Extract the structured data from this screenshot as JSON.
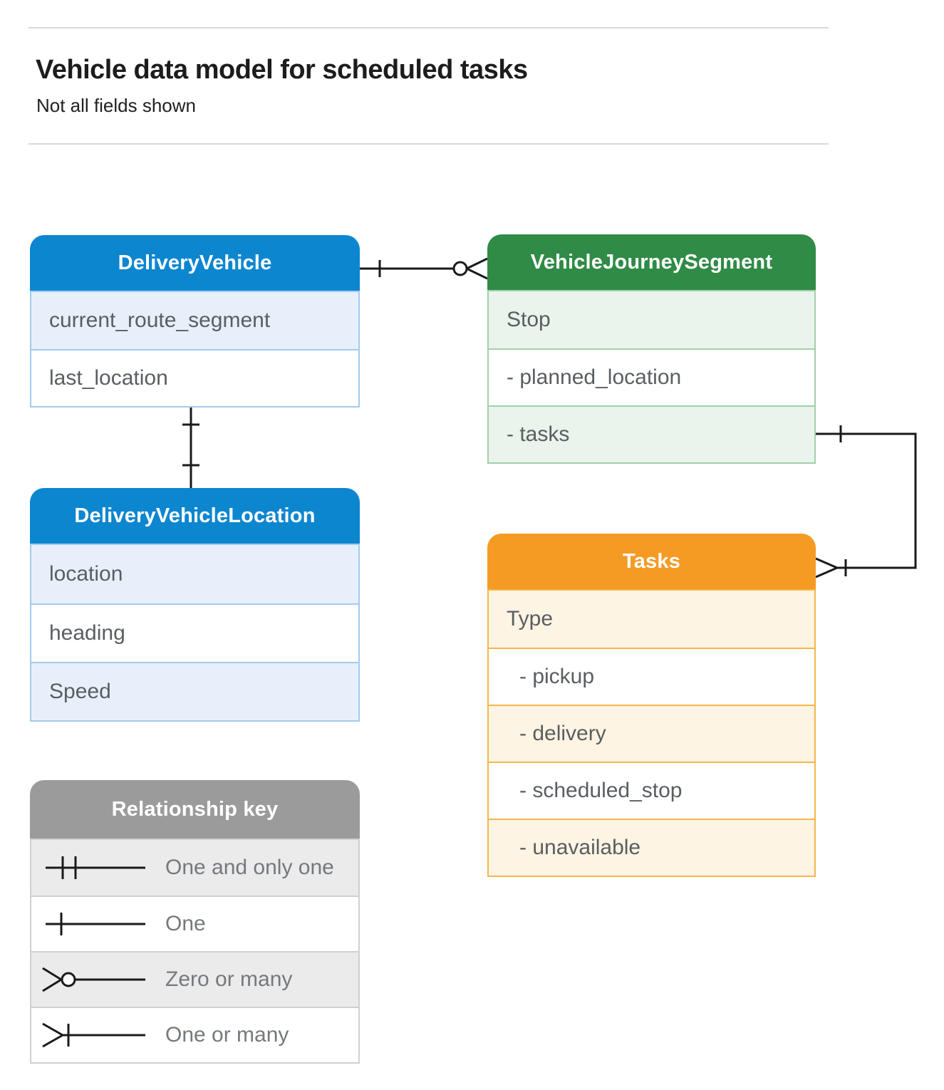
{
  "header": {
    "title": "Vehicle data model for scheduled tasks",
    "subtitle": "Not all fields shown"
  },
  "entities": [
    {
      "name": "DeliveryVehicle",
      "theme": "blue",
      "fields": [
        "current_route_segment",
        "last_location"
      ]
    },
    {
      "name": "VehicleJourneySegment",
      "theme": "green",
      "fields": [
        "Stop",
        "- planned_location",
        "- tasks"
      ]
    },
    {
      "name": "DeliveryVehicleLocation",
      "theme": "blue",
      "fields": [
        "location",
        "heading",
        "Speed"
      ]
    },
    {
      "name": "Tasks",
      "theme": "orange",
      "fields": [
        "Type",
        "- pickup",
        "- delivery",
        "- scheduled_stop",
        "- unavailable"
      ]
    }
  ],
  "legend": {
    "title": "Relationship key",
    "items": [
      {
        "icon": "one-and-only-one",
        "label": "One and only one"
      },
      {
        "icon": "one",
        "label": "One"
      },
      {
        "icon": "zero-or-many",
        "label": "Zero or many"
      },
      {
        "icon": "one-or-many",
        "label": "One or many"
      }
    ]
  },
  "relationships": [
    {
      "from": "DeliveryVehicle",
      "to": "VehicleJourneySegment",
      "from_cardinality": "one",
      "to_cardinality": "zero-or-many"
    },
    {
      "from": "DeliveryVehicle",
      "to": "DeliveryVehicleLocation",
      "from_cardinality": "one",
      "to_cardinality": "one"
    },
    {
      "from": "VehicleJourneySegment.tasks",
      "to": "Tasks",
      "from_cardinality": "one",
      "to_cardinality": "one-or-many"
    }
  ],
  "colors": {
    "blue_header": "#0d86d0",
    "blue_tint": "#e7f0fa",
    "blue_border": "#a2cbee",
    "green_header": "#2f8b46",
    "green_tint": "#eaf3ec",
    "green_border": "#a3cfac",
    "orange_header": "#f59b24",
    "orange_tint": "#fdf4e3",
    "orange_border": "#f7b64a",
    "gray_header": "#9b9b9b",
    "gray_tint": "#ebebeb",
    "gray_border": "#d0d0d0",
    "field_text": "#5a5e62",
    "legend_text": "#75797d",
    "connector": "#1a1a1a"
  }
}
